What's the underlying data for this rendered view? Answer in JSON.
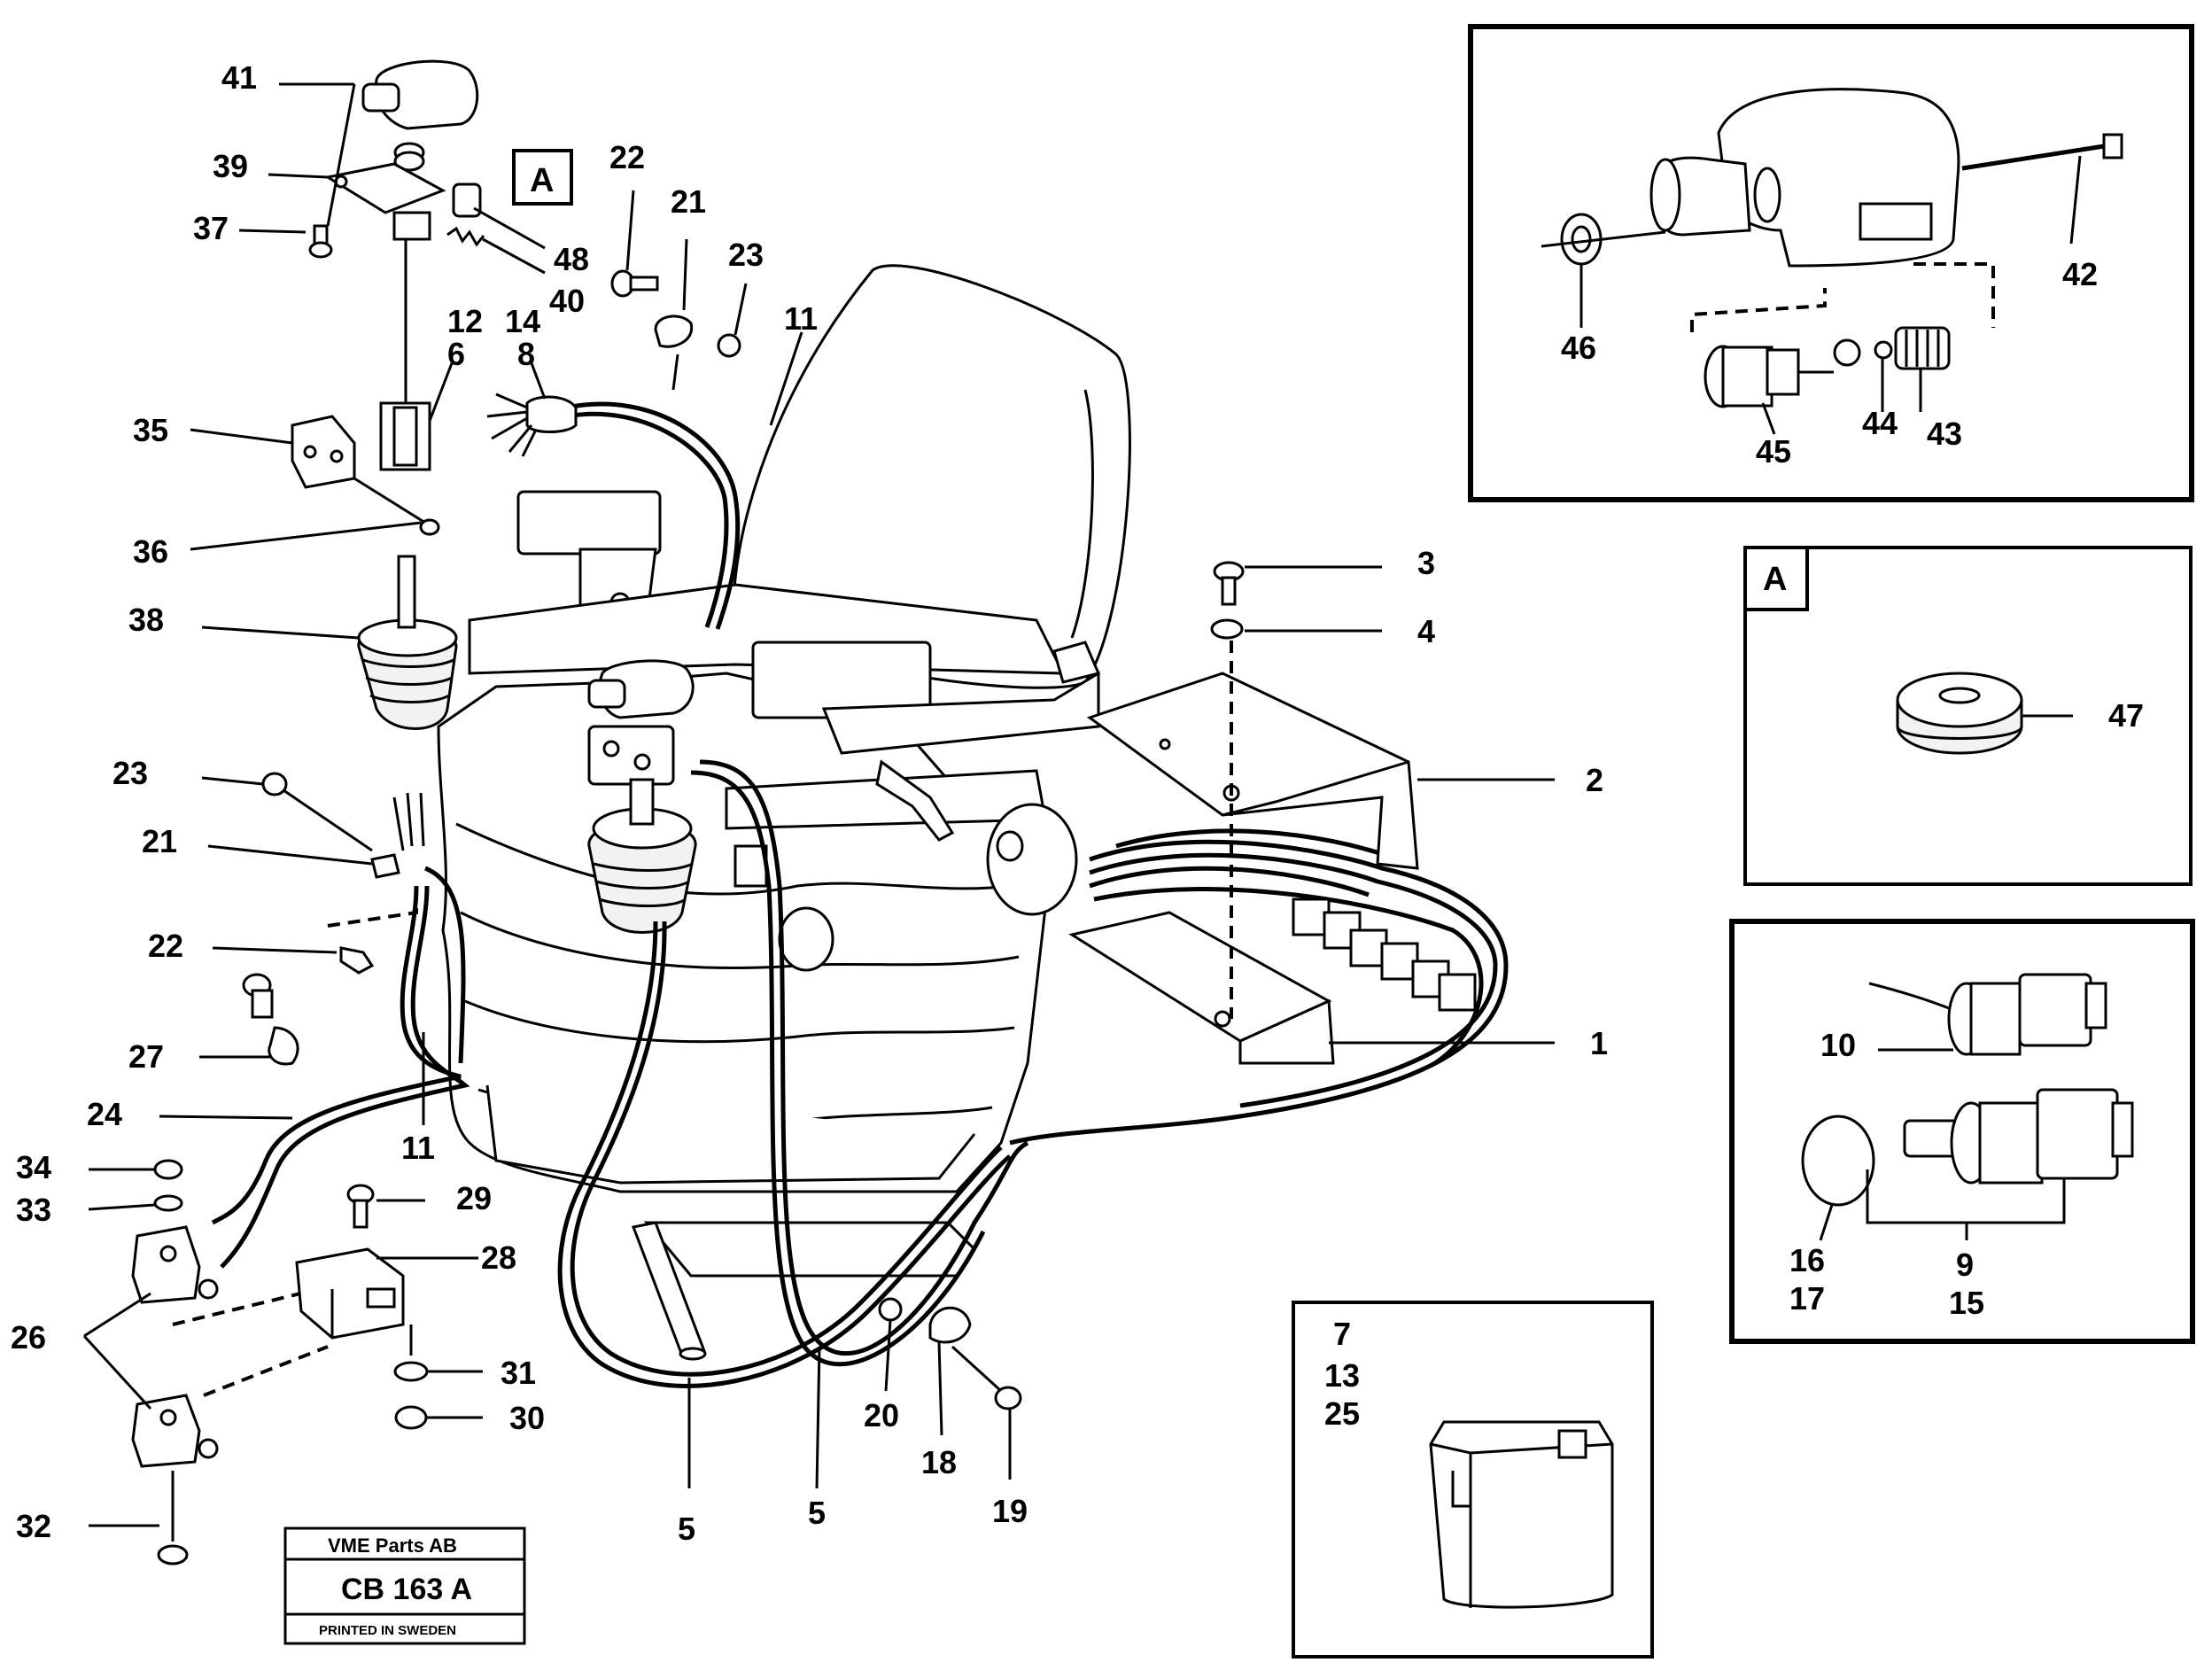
{
  "title_block": {
    "company": "VME Parts AB",
    "code": "CB 163 A",
    "printed": "PRINTED IN SWEDEN"
  },
  "detail_a_marker": "A",
  "detail_a_box_label": "A",
  "callouts": {
    "n1": "1",
    "n2": "2",
    "n3": "3",
    "n4": "4",
    "n5a": "5",
    "n5b": "5",
    "n6": "6",
    "n7": "7",
    "n8": "8",
    "n9": "9",
    "n10": "10",
    "n11a": "11",
    "n11b": "11",
    "n12": "12",
    "n13": "13",
    "n14": "14",
    "n15": "15",
    "n16": "16",
    "n17": "17",
    "n18": "18",
    "n19": "19",
    "n20": "20",
    "n21a": "21",
    "n21b": "21",
    "n22a": "22",
    "n22b": "22",
    "n23a": "23",
    "n23b": "23",
    "n24": "24",
    "n25": "25",
    "n26": "26",
    "n27": "27",
    "n28": "28",
    "n29": "29",
    "n30": "30",
    "n31": "31",
    "n32": "32",
    "n33": "33",
    "n34": "34",
    "n35": "35",
    "n36": "36",
    "n37": "37",
    "n38": "38",
    "n39": "39",
    "n40": "40",
    "n41": "41",
    "n42": "42",
    "n43": "43",
    "n44": "44",
    "n45": "45",
    "n46": "46",
    "n47": "47",
    "n48": "48"
  }
}
